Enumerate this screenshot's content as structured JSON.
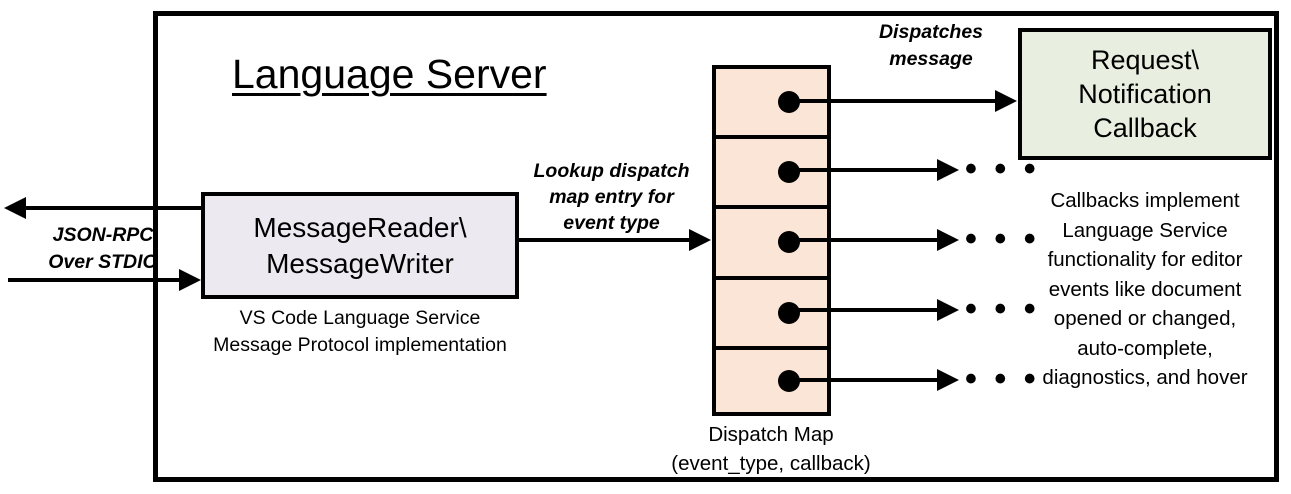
{
  "diagram": {
    "title": "Language Server",
    "boundary_name": "language-server-boundary",
    "external_io": {
      "label": "JSON-RPC\nOver STDIO",
      "label_line1": "JSON-RPC",
      "label_line2": "Over STDIO",
      "outbound_arrow": "arrow pointing left out of server",
      "inbound_arrow": "arrow pointing right into MessageReader"
    },
    "message_box": {
      "line1": "MessageReader\\",
      "line2": "MessageWriter",
      "fill": "#ECE9F1",
      "caption_line1": "VS Code Language Service",
      "caption_line2": "Message Protocol implementation"
    },
    "lookup_label": {
      "line1": "Lookup dispatch",
      "line2": "map entry for",
      "line3": "event type"
    },
    "dispatch_map": {
      "fill": "#FBE5D6",
      "row_count": 5,
      "rows": [
        {
          "dot": "map-entry-dot",
          "arrow_target": "callback-box"
        },
        {
          "dot": "map-entry-dot",
          "arrow_target": "ellipsis"
        },
        {
          "dot": "map-entry-dot",
          "arrow_target": "ellipsis"
        },
        {
          "dot": "map-entry-dot",
          "arrow_target": "ellipsis"
        },
        {
          "dot": "map-entry-dot",
          "arrow_target": "ellipsis"
        }
      ],
      "ellipsis": "• • •",
      "caption_line1": "Dispatch Map",
      "caption_line2": "(event_type, callback)"
    },
    "dispatches_label": {
      "line1": "Dispatches",
      "line2": "message"
    },
    "callback_box": {
      "line1": "Request\\",
      "line2": "Notification",
      "line3": "Callback",
      "fill": "#E9EFE0",
      "caption_line1": "Callbacks implement",
      "caption_line2": "Language Service",
      "caption_line3": "functionality for editor",
      "caption_line4": "events like document",
      "caption_line5": "opened or changed,",
      "caption_line6": "auto-complete,",
      "caption_line7": "diagnostics, and hover"
    },
    "colors": {
      "stroke": "#000000",
      "background": "#FFFFFF",
      "message_box_fill": "#ECE9F1",
      "dispatch_map_fill": "#FBE5D6",
      "callback_fill": "#E9EFE0"
    }
  }
}
